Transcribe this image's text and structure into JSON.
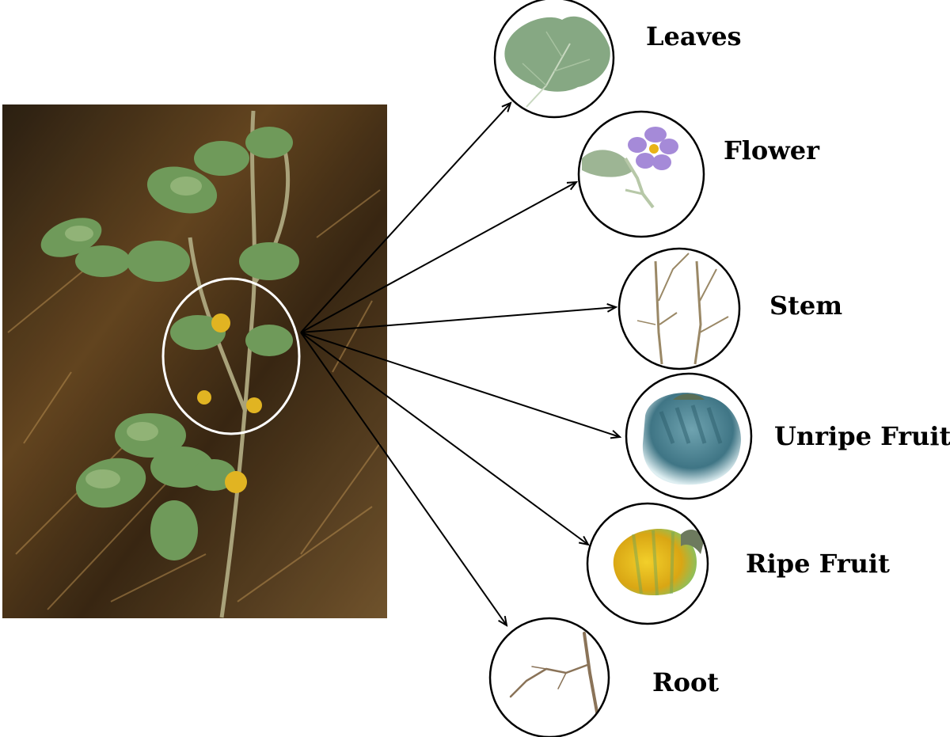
{
  "parts": [
    {
      "label": "Leaves",
      "icon": "leaf-icon"
    },
    {
      "label": "Flower",
      "icon": "flower-icon"
    },
    {
      "label": "Stem",
      "icon": "stem-icon"
    },
    {
      "label": "Unripe Fruit",
      "icon": "unripe-fruit-icon"
    },
    {
      "label": "Ripe Fruit",
      "icon": "ripe-fruit-icon"
    },
    {
      "label": "Root",
      "icon": "root-icon"
    }
  ],
  "colors": {
    "arrow": "#000000",
    "highlight_ring": "#ffffff",
    "photo_soil": "#5a3c1a",
    "leaf": "#86a883",
    "flower_petal": "#a58ad8",
    "unripe_fruit": "#4f8a9a",
    "ripe_fruit": "#e2b51a",
    "stem": "#9a8866"
  }
}
